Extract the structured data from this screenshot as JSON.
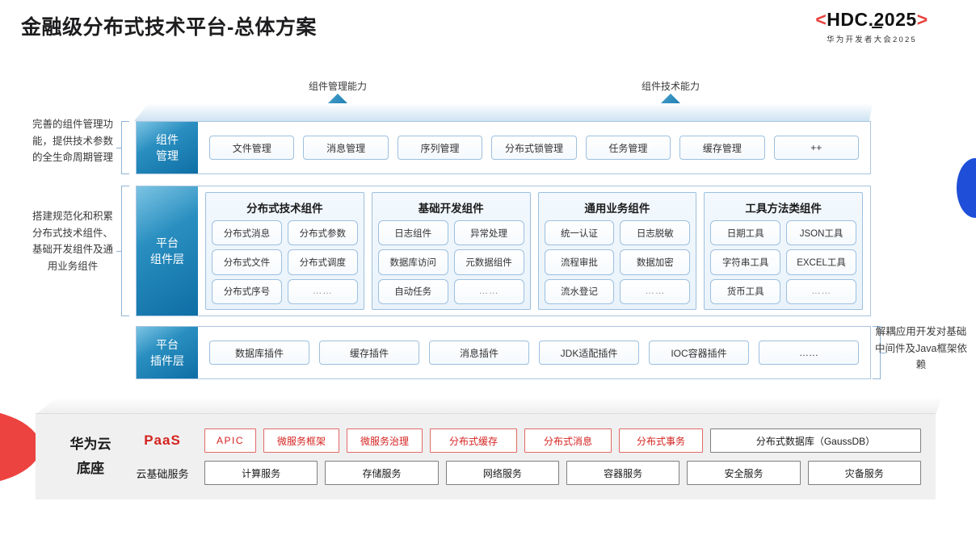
{
  "header": {
    "title": "金融级分布式技术平台-总体方案",
    "logo": {
      "left_angle": "<",
      "main": "HDC.2025",
      "right_angle": ">",
      "sub": "华为开发者大会2025"
    }
  },
  "arrows": [
    {
      "label": "组件管理能力"
    },
    {
      "label": "组件技术能力"
    }
  ],
  "side_notes": {
    "left_top": "完善的组件管理功能，提供技术参数的全生命周期管理",
    "left_mid": "搭建规范化和积累分布式技术组件、基础开发组件及通用业务组件",
    "right": "解耦应用开发对基础中间件及Java框架依赖"
  },
  "rows": {
    "component_management": {
      "label_line1": "组件",
      "label_line2": "管理",
      "chips": [
        "文件管理",
        "消息管理",
        "序列管理",
        "分布式锁管理",
        "任务管理",
        "缓存管理",
        "++"
      ]
    },
    "platform_components": {
      "label_line1": "平台",
      "label_line2": "组件层",
      "groups": [
        {
          "title": "分布式技术组件",
          "cells": [
            "分布式消息",
            "分布式参数",
            "分布式文件",
            "分布式调度",
            "分布式序号",
            "……"
          ]
        },
        {
          "title": "基础开发组件",
          "cells": [
            "日志组件",
            "异常处理",
            "数据库访问",
            "元数据组件",
            "自动任务",
            "……"
          ]
        },
        {
          "title": "通用业务组件",
          "cells": [
            "统一认证",
            "日志脱敏",
            "流程审批",
            "数据加密",
            "流水登记",
            "……"
          ]
        },
        {
          "title": "工具方法类组件",
          "cells": [
            "日期工具",
            "JSON工具",
            "字符串工具",
            "EXCEL工具",
            "货币工具",
            "……"
          ]
        }
      ]
    },
    "platform_plugins": {
      "label_line1": "平台",
      "label_line2": "插件层",
      "chips": [
        "数据库插件",
        "缓存插件",
        "消息插件",
        "JDK适配插件",
        "IOC容器插件",
        "……"
      ]
    }
  },
  "base": {
    "title_line1": "华为云",
    "title_line2": "底座",
    "paas": {
      "label": "PaaS",
      "items": [
        "APIC",
        "微服务框架",
        "微服务治理",
        "分布式缓存",
        "分布式消息",
        "分布式事务",
        "分布式数据库（GaussDB）"
      ]
    },
    "cloud_basic": {
      "label": "云基础服务",
      "items": [
        "计算服务",
        "存储服务",
        "网络服务",
        "容器服务",
        "安全服务",
        "灾备服务"
      ]
    }
  },
  "colors": {
    "brand_red": "#d4231f",
    "logo_angle_red": "#e8413c",
    "layer_blue_dark": "#0e6ea5",
    "layer_blue_light": "#7cc4e4",
    "accent_blue": "#1f4fd8",
    "box_border_blue": "#9dc0df"
  }
}
